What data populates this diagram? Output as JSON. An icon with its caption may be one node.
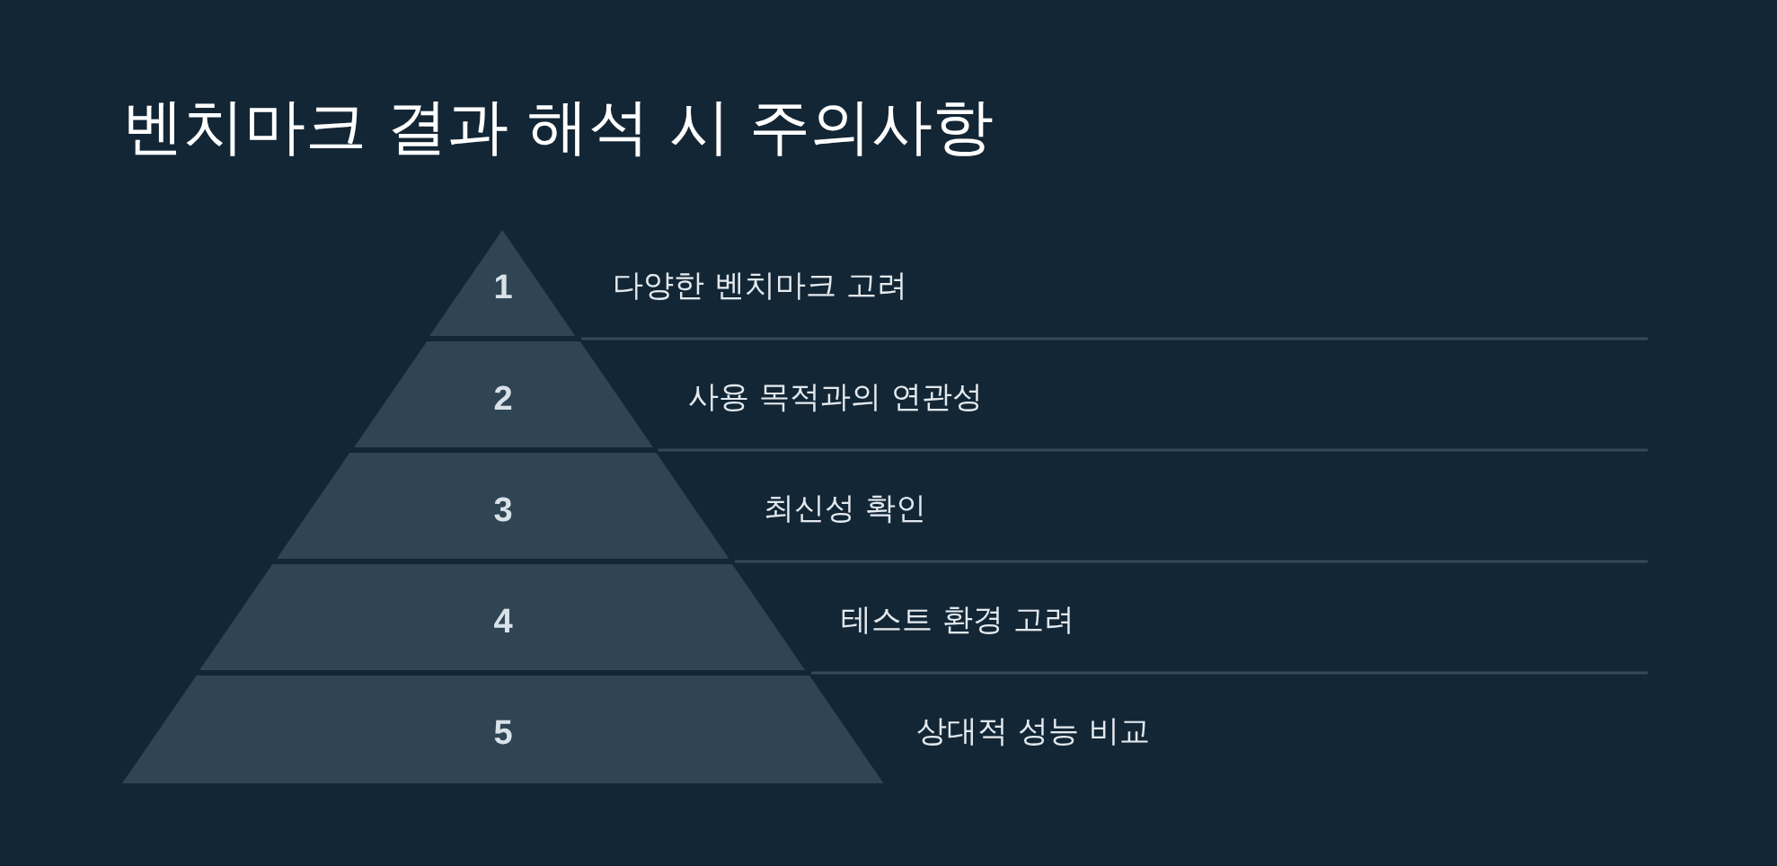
{
  "diagram": {
    "title": "벤치마크 결과 해석 시 주의사항",
    "nodes": [
      {
        "text": [
          "1"
        ],
        "beside": [
          "다양한 벤치마크 고려"
        ]
      },
      {
        "text": [
          "2"
        ],
        "beside": [
          "사용 목적과의 연관성"
        ]
      },
      {
        "text": [
          "3"
        ],
        "beside": [
          "최신성 확인"
        ]
      },
      {
        "text": [
          "4"
        ],
        "beside": [
          "테스트 환경 고려"
        ]
      },
      {
        "text": [
          "5"
        ],
        "beside": [
          "상대적 성능 비교"
        ]
      }
    ]
  }
}
